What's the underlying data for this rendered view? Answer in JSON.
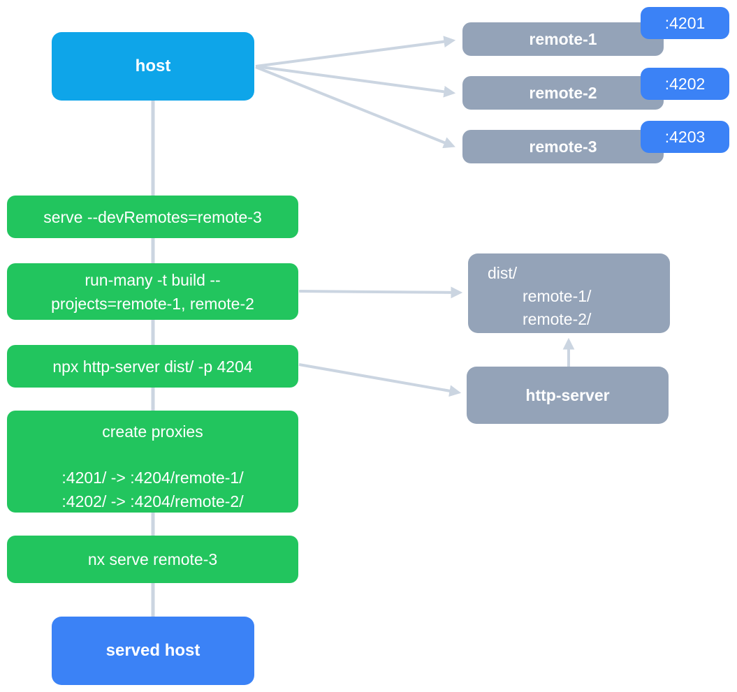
{
  "colors": {
    "host": "#0ea5e9",
    "remote": "#94a3b8",
    "port": "#3b82f6",
    "step": "#22c55e",
    "served": "#3b82f6",
    "connector": "#cbd5e1",
    "text": "#ffffff"
  },
  "host": {
    "label": "host"
  },
  "remotes": [
    {
      "label": "remote-1",
      "port": ":4201"
    },
    {
      "label": "remote-2",
      "port": ":4202"
    },
    {
      "label": "remote-3",
      "port": ":4203"
    }
  ],
  "steps": {
    "serve": "serve --devRemotes=remote-3",
    "run_many_line1": "run-many -t build --",
    "run_many_line2": "projects=remote-1, remote-2",
    "http_server_cmd": "npx http-server dist/ -p 4204",
    "proxies_title": "create proxies",
    "proxy_map_1": ":4201/ -> :4204/remote-1/",
    "proxy_map_2": ":4202/ -> :4204/remote-2/",
    "nx_serve": "nx serve remote-3"
  },
  "dist": {
    "root": "dist/",
    "children": [
      "remote-1/",
      "remote-2/"
    ]
  },
  "http_server": {
    "label": "http-server"
  },
  "served_host": {
    "label": "served host"
  }
}
